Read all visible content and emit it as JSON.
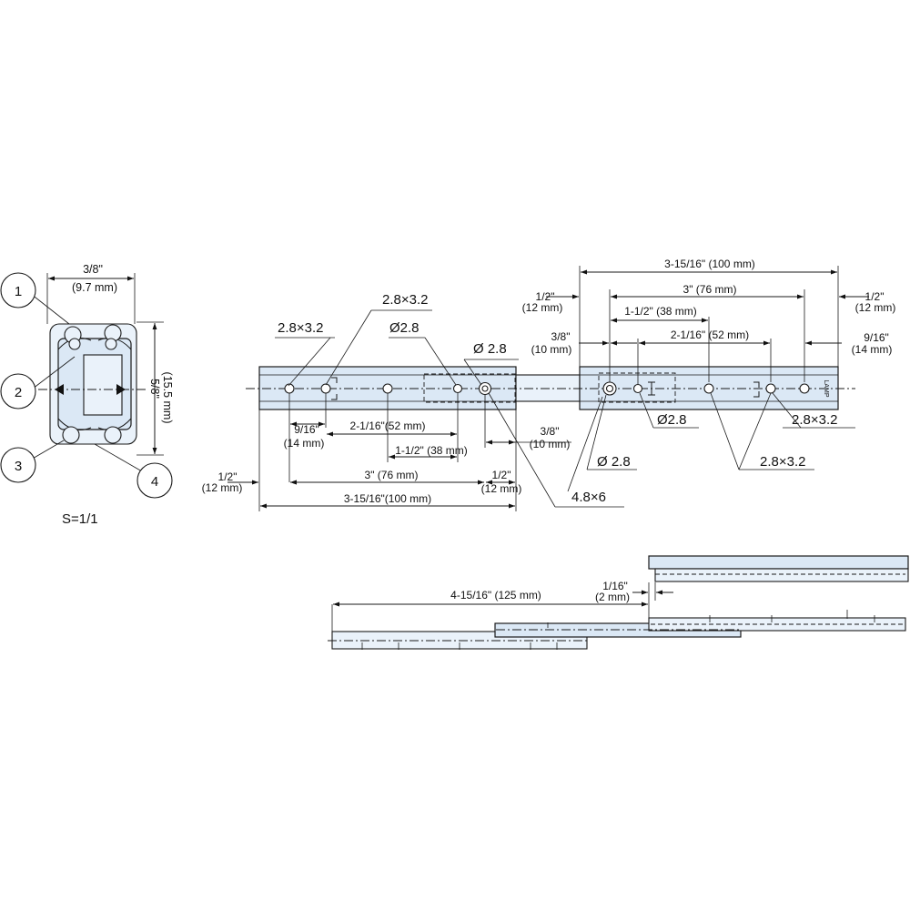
{
  "cross_section": {
    "width_in": "3/8\"",
    "width_mm": "(9.7 mm)",
    "height_in": "5/8\"",
    "height_mm": "(15.5 mm)",
    "callouts": [
      "1",
      "2",
      "3",
      "4"
    ],
    "scale": "S=1/1"
  },
  "slide_view": {
    "hole_slot_left_1": "2.8×3.2",
    "hole_slot_left_2": "2.8×3.2",
    "hole_dia_left": "Ø2.8",
    "hole_dia_mid": "Ø 2.8",
    "dim_9_16_in": "9/16\"",
    "dim_9_16_mm": "(14 mm)",
    "dim_2_1_16_left": "2-1/16\"(52 mm)",
    "dim_1_1_2_left": "1-1/2\" (38 mm)",
    "dim_3_8_in_left": "3/8\"",
    "dim_3_8_mm_left": "(10 mm)",
    "dim_1_2_in_left": "1/2\"",
    "dim_1_2_mm_left": "(12 mm)",
    "dim_3_in_left": "3\" (76 mm)",
    "dim_1_2_in_mid": "1/2\"",
    "dim_1_2_mm_mid": "(12 mm)",
    "dim_3_15_16_left": "3-15/16\"(100 mm)",
    "slot_4_8x6": "4.8×6",
    "dim_3_15_16_right": "3-15/16\" (100 mm)",
    "dim_1_2_in_right_l": "1/2\"",
    "dim_1_2_mm_right_l": "(12 mm)",
    "dim_3_in_right": "3\" (76 mm)",
    "dim_1_2_in_right_r": "1/2\"",
    "dim_1_2_mm_right_r": "(12 mm)",
    "dim_1_1_2_right": "1-1/2\" (38 mm)",
    "dim_3_8_in_right": "3/8\"",
    "dim_3_8_mm_right": "(10 mm)",
    "dim_2_1_16_right": "2-1/16\" (52 mm)",
    "dim_9_16_in_right": "9/16\"",
    "dim_9_16_mm_right": "(14 mm)",
    "hole_dia_right": "Ø2.8",
    "hole_slot_right_1": "2.8×3.2",
    "hole_dia_right_2": "Ø 2.8",
    "hole_slot_right_2": "2.8×3.2",
    "brand_mark": "LAMP"
  },
  "extended_view": {
    "extension_in": "4-15/16\" (125 mm)",
    "gap_in": "1/16\"",
    "gap_mm": "(2 mm)"
  }
}
